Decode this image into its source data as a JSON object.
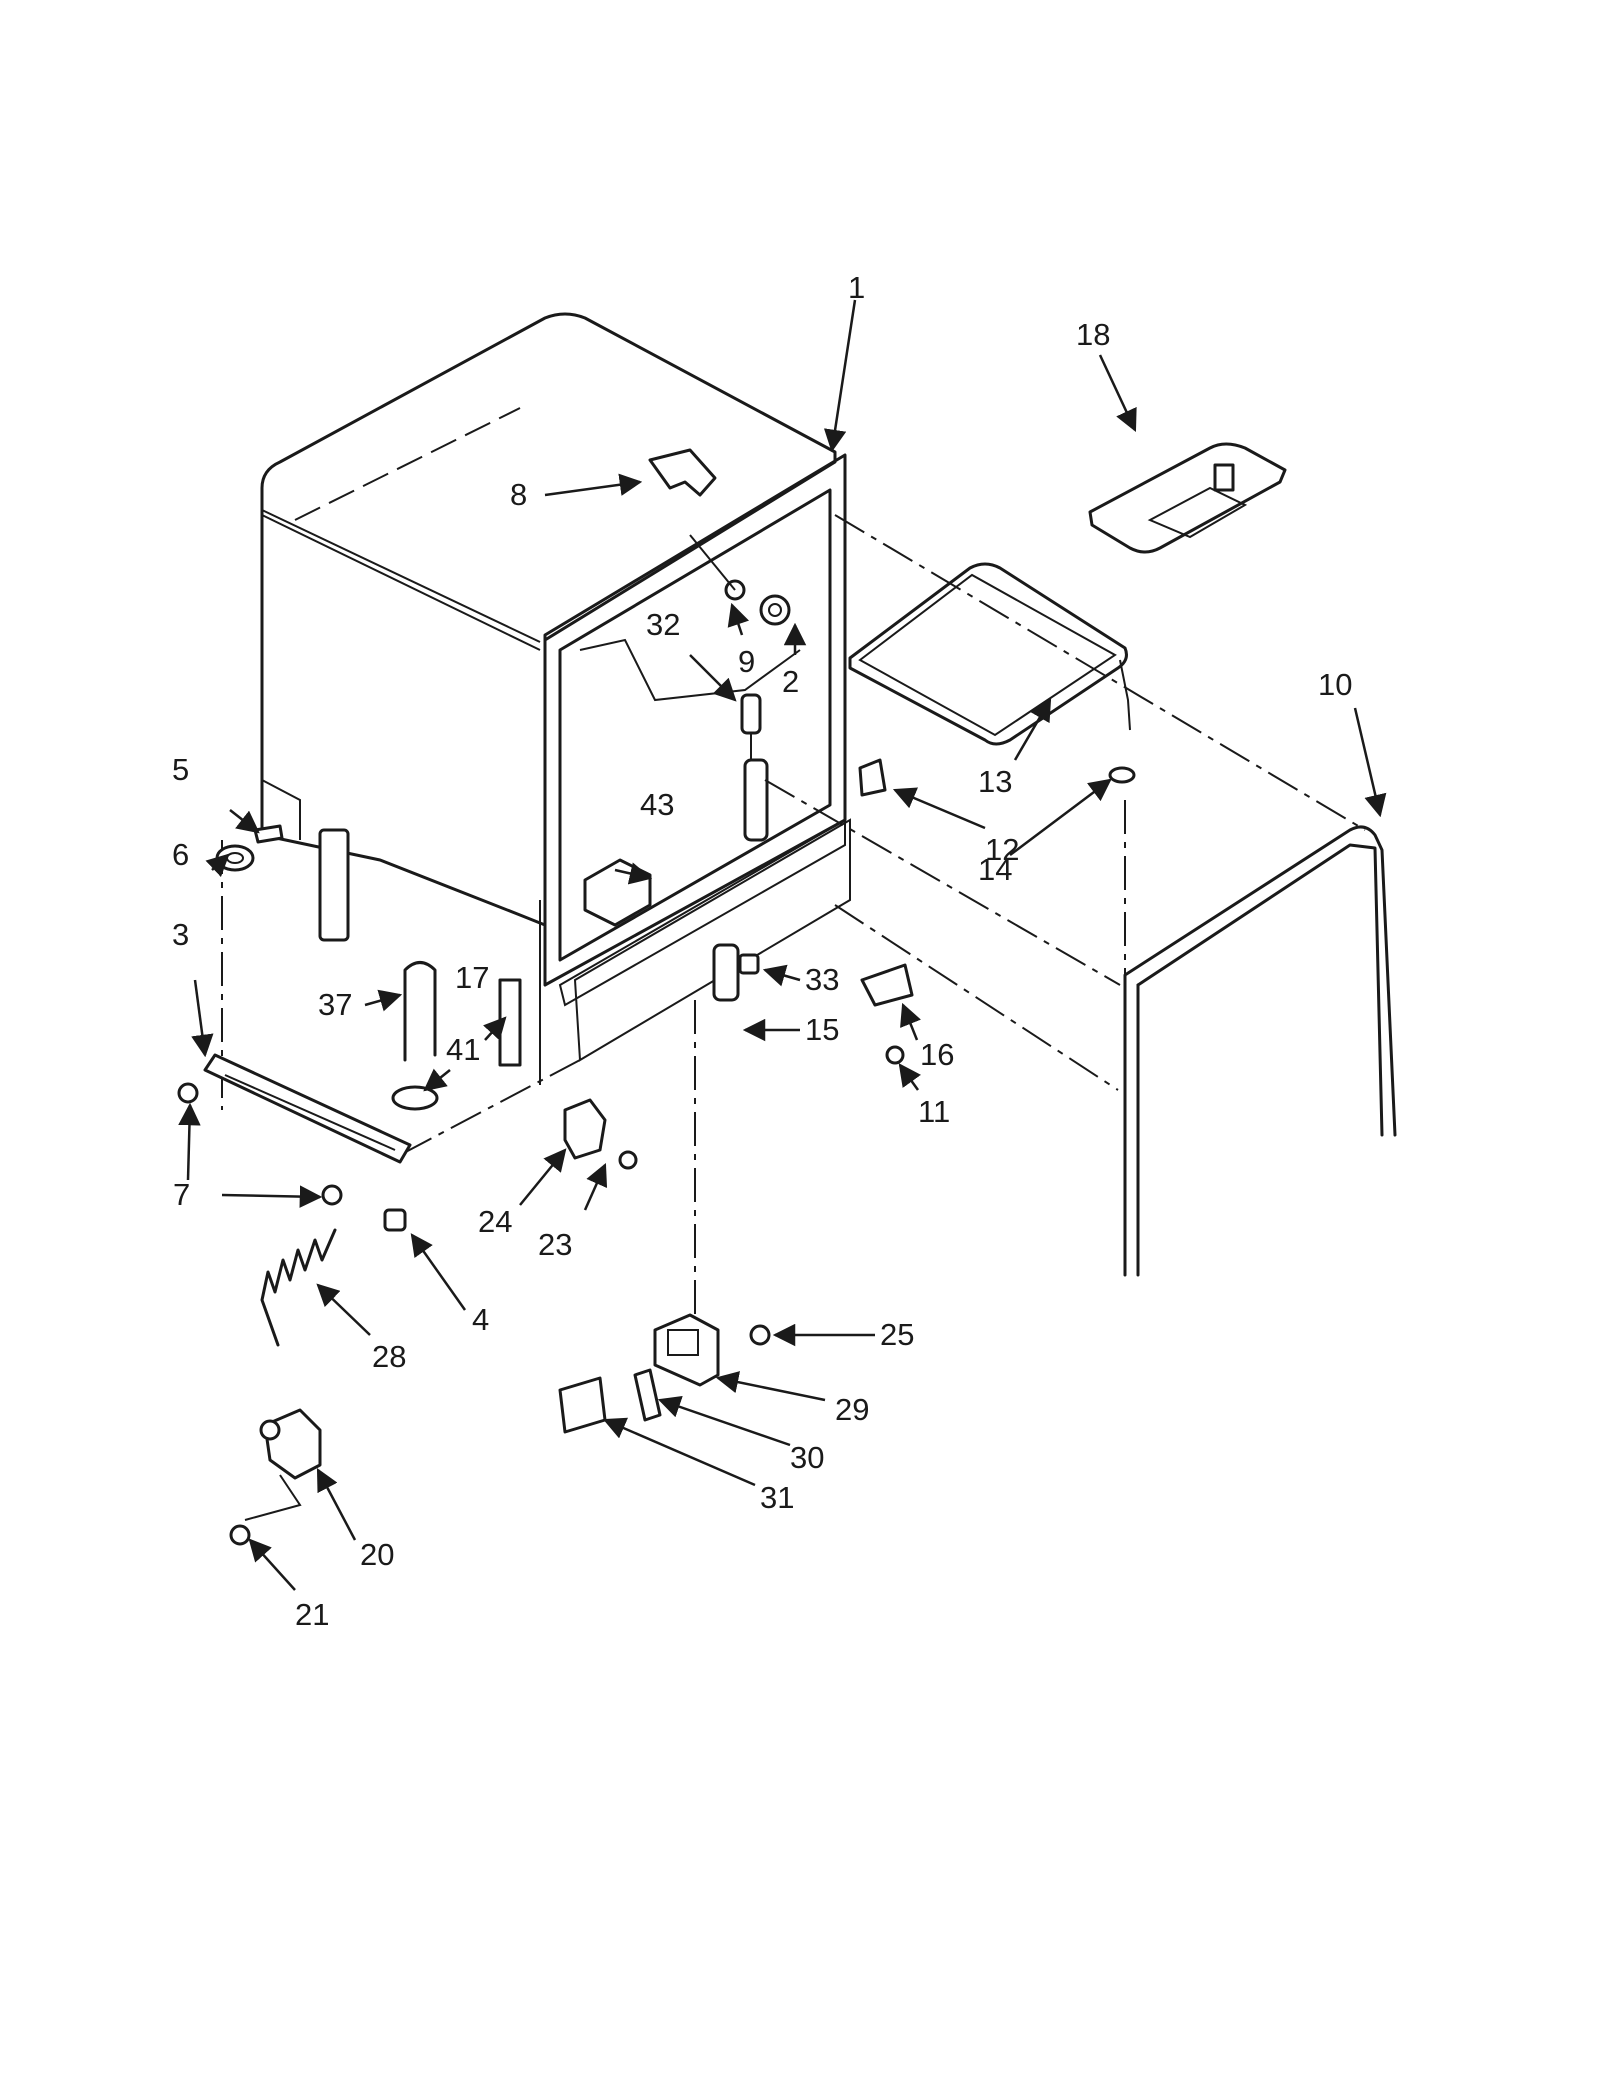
{
  "callouts": {
    "c1": "1",
    "c2": "2",
    "c3": "3",
    "c4": "4",
    "c5": "5",
    "c6": "6",
    "c7": "7",
    "c8": "8",
    "c9": "9",
    "c10": "10",
    "c11": "11",
    "c12": "12",
    "c13": "13",
    "c14": "14",
    "c15": "15",
    "c16": "16",
    "c17": "17",
    "c18": "18",
    "c20": "20",
    "c21": "21",
    "c23": "23",
    "c24": "24",
    "c25": "25",
    "c28": "28",
    "c29": "29",
    "c30": "30",
    "c31": "31",
    "c32": "32",
    "c33": "33",
    "c37": "37",
    "c41": "41",
    "c43": "43"
  },
  "colors": {
    "line": "#1a1a1a",
    "background": "#ffffff"
  }
}
